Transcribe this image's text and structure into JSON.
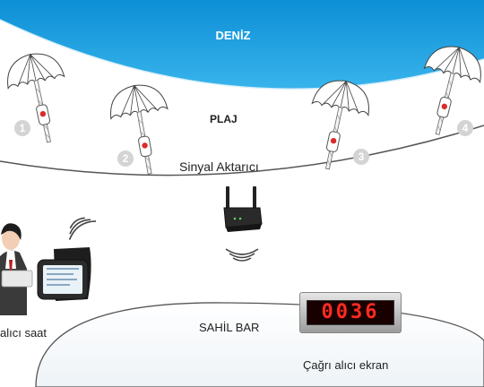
{
  "labels": {
    "sea": "DENİZ",
    "beach": "PLAJ",
    "relay": "Sinyal Aktarıcı",
    "bar": "SAHİL BAR",
    "watch": "alıcı saat",
    "screen": "Çağrı alıcı ekran"
  },
  "umbrellas": [
    {
      "number": "1"
    },
    {
      "number": "2"
    },
    {
      "number": "3"
    },
    {
      "number": "4"
    }
  ],
  "display": {
    "value": "0036"
  },
  "colors": {
    "sea": "#1a9fe0",
    "call_button": "#d92b2b",
    "display_digits": "#ff2a22"
  },
  "icons": [
    "umbrella-icon",
    "call-button-icon",
    "router-icon",
    "signal-waves-icon",
    "waiter-icon",
    "smartwatch-icon"
  ]
}
